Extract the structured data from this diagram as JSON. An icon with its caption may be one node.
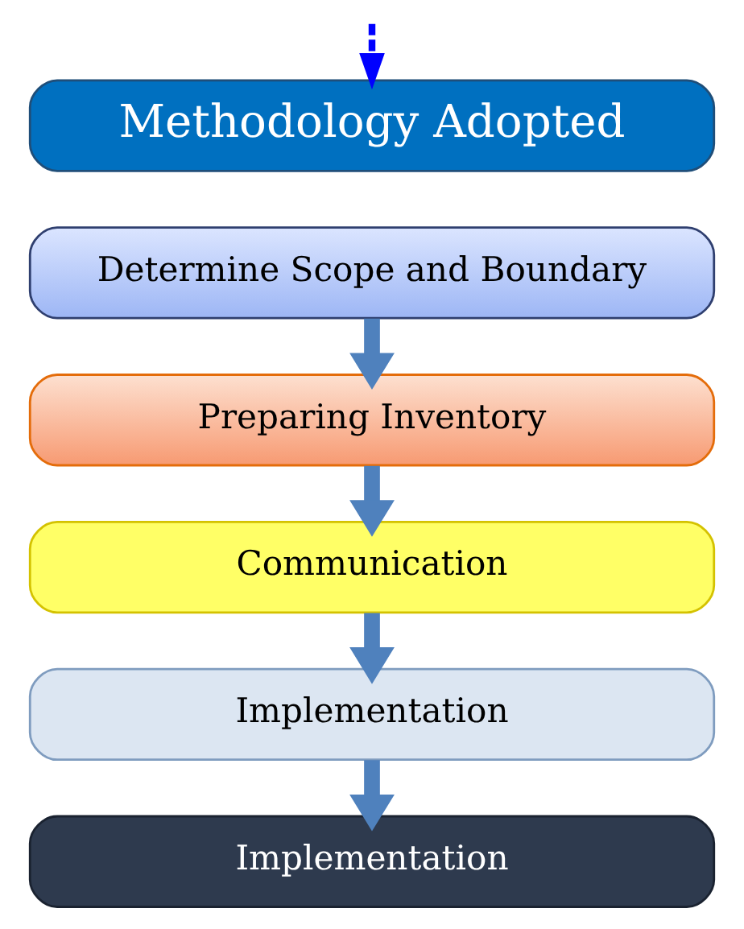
{
  "diagram": {
    "nodes": [
      {
        "text": [
          "Methodology Adopted"
        ]
      },
      {
        "text": [
          "Determine Scope and Boundary"
        ]
      },
      {
        "text": [
          "Preparing Inventory"
        ]
      },
      {
        "text": [
          "Communication"
        ]
      },
      {
        "text": [
          "Implementation"
        ]
      },
      {
        "text": [
          "Implementation"
        ]
      }
    ],
    "edges": [
      {
        "from": null,
        "to": 0,
        "arrow": "to",
        "style": "dashed",
        "color": "#0000ff"
      },
      {
        "from": 1,
        "to": 2,
        "arrow": "to"
      },
      {
        "from": 2,
        "to": 3,
        "arrow": "to"
      },
      {
        "from": 3,
        "to": 4,
        "arrow": "to"
      },
      {
        "from": 4,
        "to": 5,
        "arrow": "to"
      }
    ]
  }
}
